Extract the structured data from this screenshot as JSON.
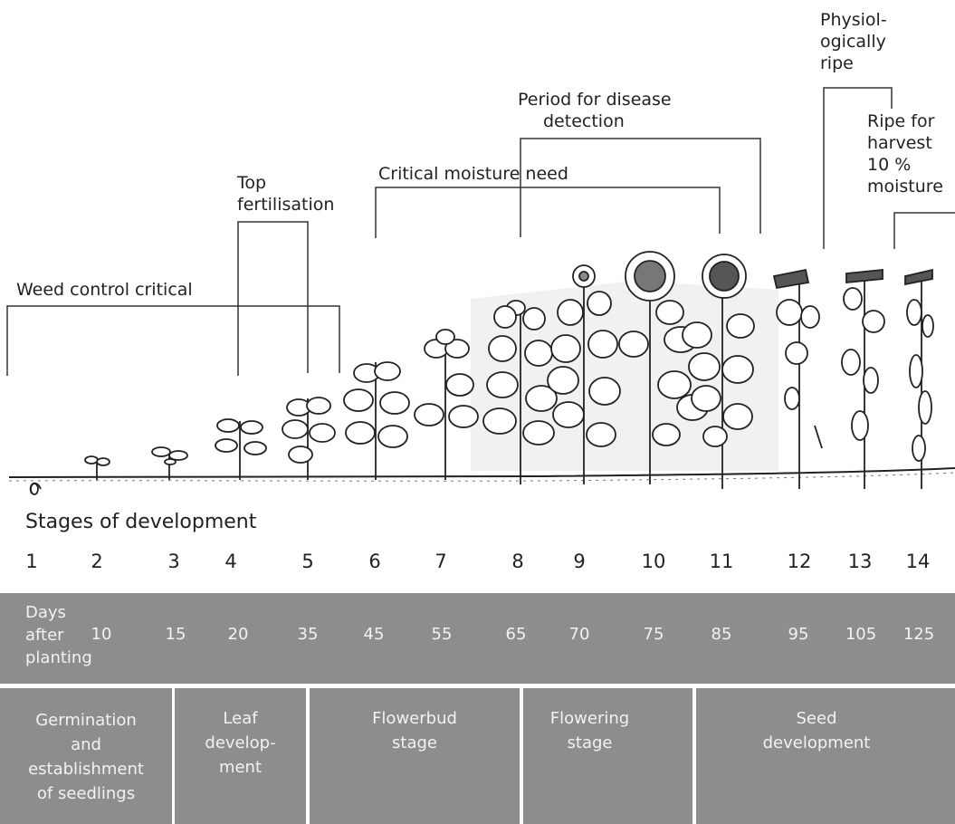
{
  "annotations": {
    "weed_control": "Weed control critical",
    "top_fertilisation": [
      "Top",
      "fertilisation"
    ],
    "critical_moisture": "Critical moisture need",
    "disease_detection": [
      "Period for disease",
      "detection"
    ],
    "physiologically_ripe": [
      "Physiol-",
      "ogically",
      "ripe"
    ],
    "ripe_for_harvest": [
      "Ripe for",
      "harvest",
      "10 %",
      "moisture"
    ]
  },
  "stages_title": "Stages of development",
  "stages": [
    "1",
    "2",
    "3",
    "4",
    "5",
    "6",
    "7",
    "8",
    "9",
    "10",
    "11",
    "12",
    "13",
    "14"
  ],
  "days_label": [
    "Days",
    "after",
    "planting"
  ],
  "days": [
    "10",
    "15",
    "20",
    "35",
    "45",
    "55",
    "65",
    "70",
    "75",
    "85",
    "95",
    "105",
    "125"
  ],
  "phases": [
    {
      "label": [
        "Germination",
        "and",
        "establishment",
        "of seedlings"
      ]
    },
    {
      "label": [
        "Leaf",
        "develop-",
        "ment"
      ]
    },
    {
      "label": [
        "Flowerbud",
        "stage"
      ]
    },
    {
      "label": [
        "Flowering",
        "stage"
      ]
    },
    {
      "label": [
        "Seed",
        "development"
      ]
    }
  ],
  "colors": {
    "band": "#8d8d8d",
    "band_text": "#f2f2f2",
    "ink": "#222222",
    "shade": "#efefef"
  }
}
